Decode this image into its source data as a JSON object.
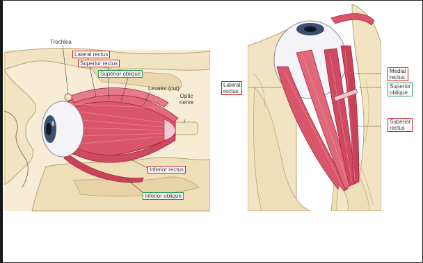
{
  "colors": {
    "muscle": "#d9566a",
    "muscle_dark": "#a8243c",
    "muscle_light": "#f2a0ac",
    "bone": "#f2e4c2",
    "bone_dark": "#b8a274",
    "sclera": "#f4f4f8",
    "iris": "#3b4f6e",
    "red_box": "#d4191f",
    "green_box": "#1f9a4a"
  },
  "left_panel": {
    "labels": {
      "trochlea": "Trochlea",
      "lateral_rectus": "Lateral rectus",
      "superior_rectus": "Superior rectus",
      "superior_oblique": "Superior oblique",
      "levator": "Levator (cut)",
      "optic_nerve_1": "Optic",
      "optic_nerve_2": "nerve",
      "inferior_rectus": "Inferior rectus",
      "inferior_oblique": "Inferior oblique"
    }
  },
  "right_panel": {
    "labels": {
      "lateral_rectus_1": "Lateral",
      "lateral_rectus_2": "rectus",
      "medial_rectus_1": "Medial",
      "medial_rectus_2": "rectus",
      "superior_oblique_1": "Superior",
      "superior_oblique_2": "oblique",
      "superior_rectus_1": "Superior",
      "superior_rectus_2": "rectus"
    }
  }
}
